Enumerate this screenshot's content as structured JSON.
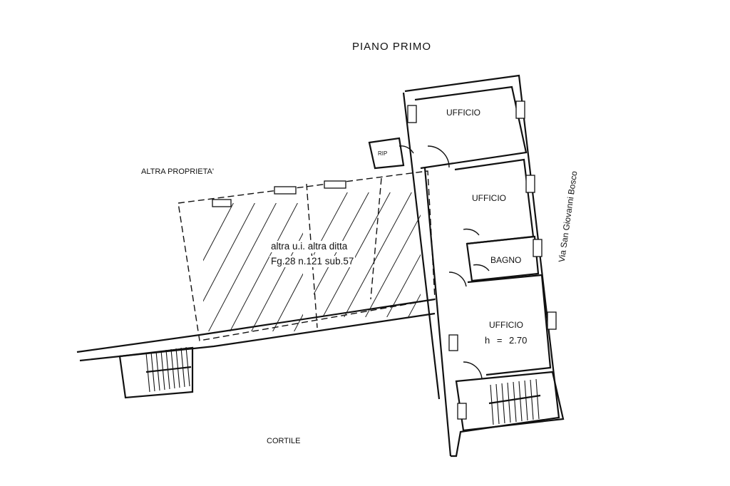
{
  "plan": {
    "title": "PIANO PRIMO",
    "rooms": {
      "ufficio_top": "UFFICIO",
      "ufficio_mid": "UFFICIO",
      "bagno": "BAGNO",
      "ufficio_bottom": "UFFICIO",
      "ufficio_bottom_height": "h = 2.70",
      "rip": "RIP"
    },
    "areas": {
      "altra_proprieta": "ALTRA PROPRIETA'",
      "cortile": "CORTILE",
      "street": "Via San Giovanni Bosco"
    },
    "other_unit": {
      "line1": "altra u.i. altra ditta",
      "line2": "Fg.28 n.121 sub.57"
    }
  }
}
